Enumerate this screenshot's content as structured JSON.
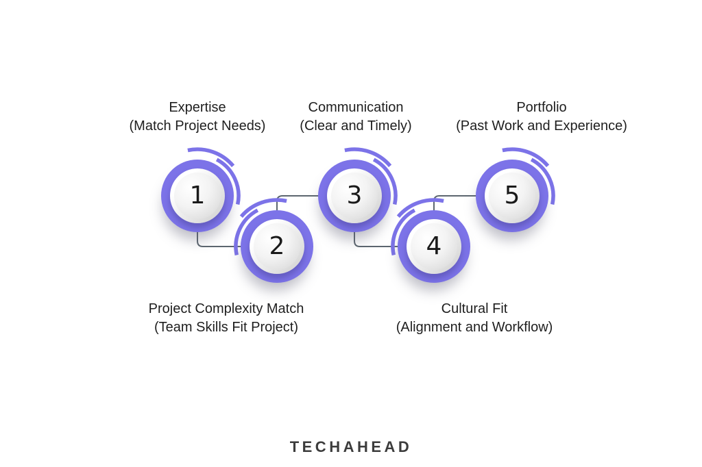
{
  "diagram": {
    "steps": [
      {
        "number": "1",
        "title": "Expertise",
        "subtitle": "(Match Project Needs)"
      },
      {
        "number": "2",
        "title": "Project Complexity Match",
        "subtitle": "(Team Skills Fit Project)"
      },
      {
        "number": "3",
        "title": "Communication",
        "subtitle": "(Clear and Timely)"
      },
      {
        "number": "4",
        "title": "Cultural Fit",
        "subtitle": "(Alignment and Workflow)"
      },
      {
        "number": "5",
        "title": "Portfolio",
        "subtitle": "(Past Work and Experience)"
      }
    ],
    "colors": {
      "accent": "#7c73e8",
      "connector": "#5c666f",
      "text": "#1e1e1e",
      "logo": "#3c3c3c"
    }
  },
  "footer": {
    "brand": "TECHAHEAD"
  }
}
